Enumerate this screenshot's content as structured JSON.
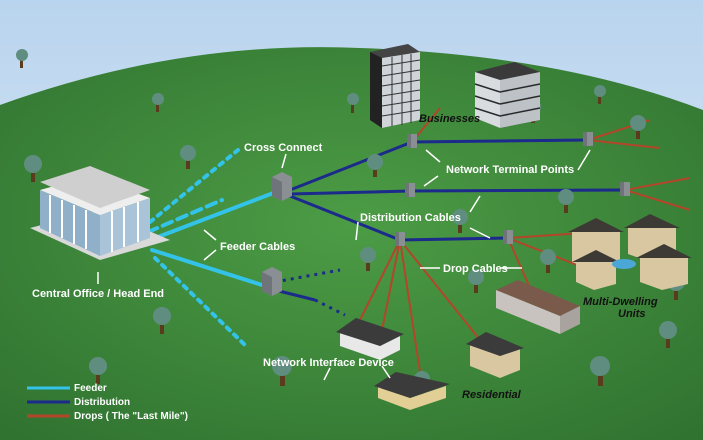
{
  "labels": {
    "businesses": "Businesses",
    "cross_connect": "Cross Connect",
    "network_terminal_points": "Network Terminal Points",
    "distribution_cables": "Distribution Cables",
    "feeder_cables": "Feeder Cables",
    "drop_cables": "Drop Cables",
    "central_office": "Central Office / Head End",
    "multi_dwelling_line1": "Multi-Dwelling",
    "multi_dwelling_line2": "Units",
    "network_interface_device": "Network Interface Device",
    "residential": "Residential"
  },
  "legend": {
    "items": [
      {
        "label": "Feeder",
        "color": "#33c3e8"
      },
      {
        "label": "Distribution",
        "color": "#1c2a8c"
      },
      {
        "label": "Drops ( The \"Last Mile\")",
        "color": "#b3462a"
      }
    ]
  },
  "colors": {
    "sky": "#cfe0f2",
    "ground": "#3f8a3c",
    "feeder": "#33c3e8",
    "distribution": "#1c2a8c",
    "drops": "#b3462a"
  }
}
